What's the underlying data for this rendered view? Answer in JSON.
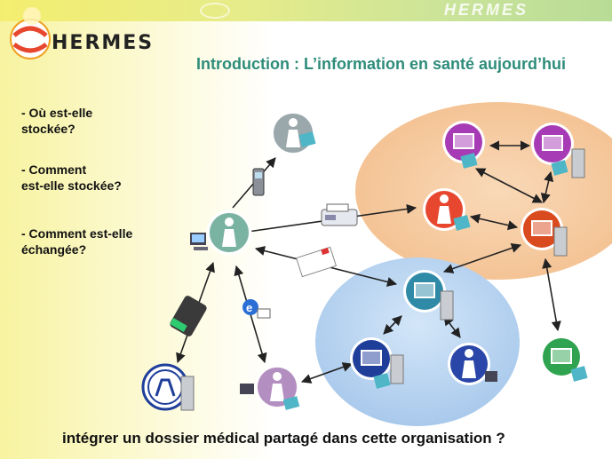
{
  "header": {
    "watermark": "HERMES",
    "logo_text": "HERMES"
  },
  "title": "Introduction : L’information en santé aujourd’hui",
  "questions": [
    {
      "line1": "- Où est-elle",
      "line2": "stockée?"
    },
    {
      "line1": "- Comment",
      "line2": "est-elle stockée?"
    },
    {
      "line1": "- Comment est-elle",
      "line2": "échangée?"
    }
  ],
  "bottom_question": "intégrer un dossier médical partagé dans cette organisation ?",
  "colors": {
    "title": "#2e8c7a",
    "orange_zone": "#f6c79a",
    "blue_zone": "#b7d3ef",
    "building_purple": "#a63bb5",
    "doctor_red": "#e8472f",
    "building_orange": "#d94a1e",
    "building_teal": "#2e8aa6",
    "building_navy": "#1f3e9a",
    "building_green": "#2fa34f",
    "person_gray": "#9aa7ab",
    "person_teal": "#7bb3a2",
    "person_purple": "#b38ec0"
  }
}
